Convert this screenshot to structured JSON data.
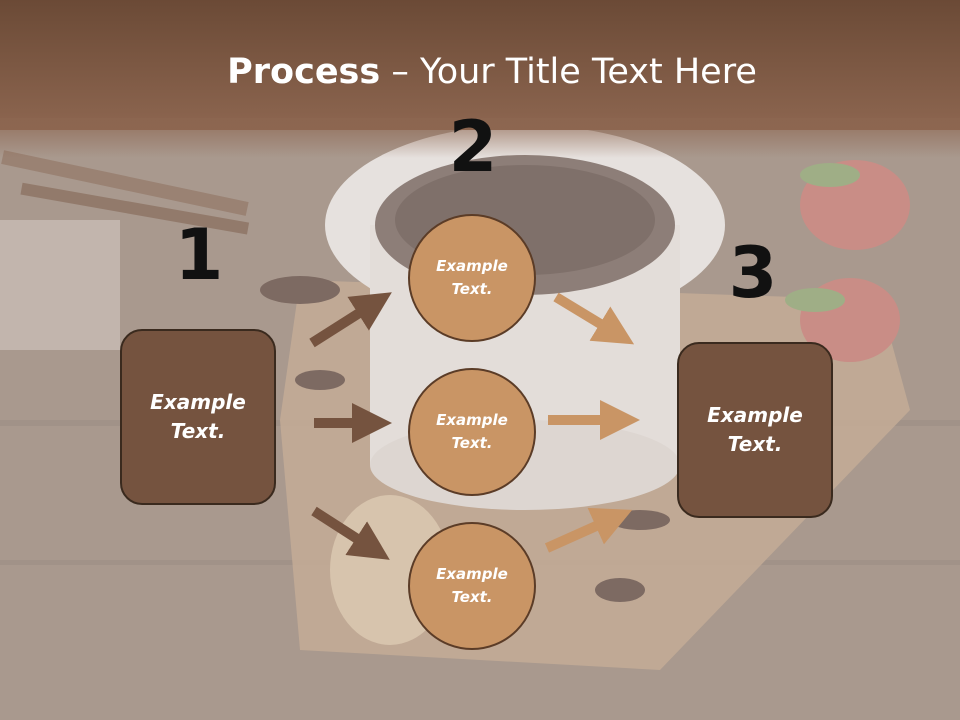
{
  "slide": {
    "title_bold": "Process",
    "title_rest": " – Your Title Text Here"
  },
  "steps": {
    "num1": "1",
    "num2": "2",
    "num3": "3",
    "box1": "Example Text.",
    "box3": "Example Text.",
    "circle_top": "Example Text.",
    "circle_mid": "Example Text.",
    "circle_bot": "Example Text."
  },
  "colors": {
    "header": "#7a5641",
    "box_fill": "#75533f",
    "circle_fill": "#c99565",
    "arrow_dark": "#75533f",
    "arrow_light": "#c99565"
  }
}
